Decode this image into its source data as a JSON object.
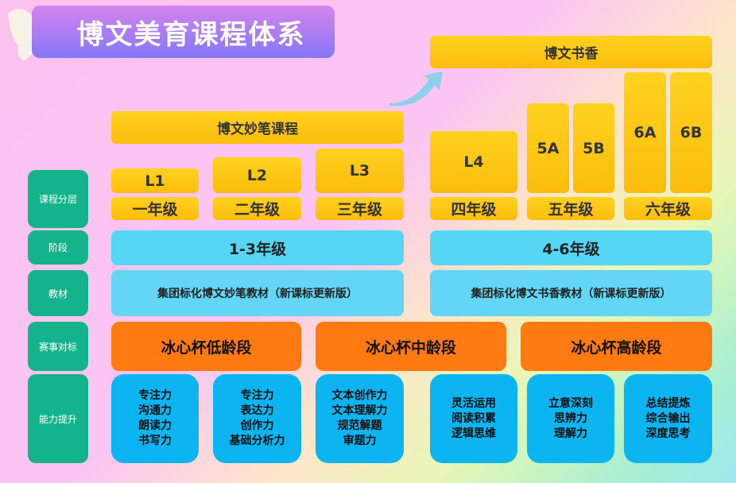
{
  "title": "博文美育课程体系",
  "row_labels": [
    "课程分层",
    "阶段",
    "教材",
    "赛事对标",
    "能力提升"
  ],
  "course_a": "博文妙笔课程",
  "course_b": "博文书香",
  "levels": [
    "L1",
    "L2",
    "L3",
    "L4",
    "5A",
    "5B",
    "6A",
    "6B"
  ],
  "grades": [
    "一年级",
    "二年级",
    "三年级",
    "四年级",
    "五年级",
    "六年级"
  ],
  "stages": [
    "1-3年级",
    "4-6年级"
  ],
  "textbooks": [
    "集团标化博文妙笔教材（新课标更新版）",
    "集团标化博文书香教材（新课标更新版）"
  ],
  "competitions": [
    "冰心杯低龄段",
    "冰心杯中龄段",
    "冰心杯高龄段"
  ],
  "abilities": [
    [
      "专注力",
      "沟通力",
      "朗读力",
      "书写力"
    ],
    [
      "专注力",
      "表达力",
      "创作力",
      "基础分析力"
    ],
    [
      "文本创作力",
      "文本理解力",
      "规范解题",
      "审题力"
    ],
    [
      "灵活运用",
      "阅读积累",
      "逻辑思维"
    ],
    [
      "立意深刻",
      "思辨力",
      "理解力"
    ],
    [
      "总结提炼",
      "综合输出",
      "深度思考"
    ]
  ]
}
